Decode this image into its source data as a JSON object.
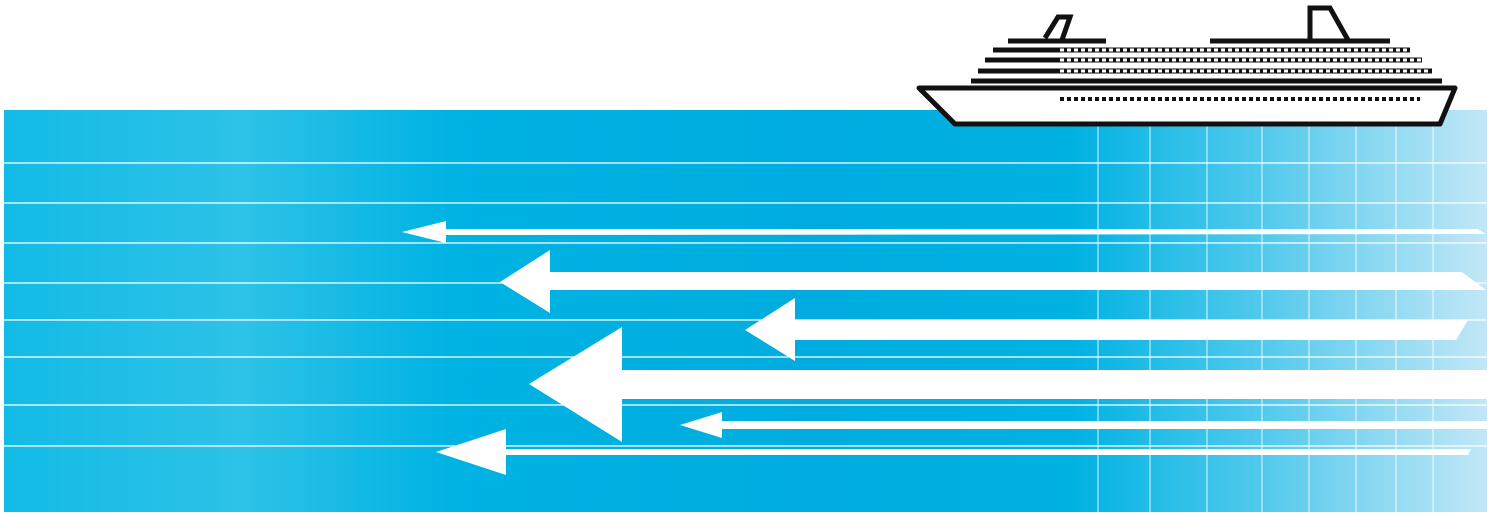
{
  "colors": {
    "background": "#ffffff",
    "water_main": "#00b1e2",
    "water_light": "#23c1e6",
    "water_pale": "#bde6f6",
    "lines": "#ffffff",
    "arrows": "#ffffff",
    "ship": "#111111"
  },
  "icons": {
    "ship": "cruise-ship-icon",
    "arrow": "left-arrow-icon"
  },
  "arrows": [
    {
      "id": "arrow-1",
      "direction": "left"
    },
    {
      "id": "arrow-2",
      "direction": "left"
    },
    {
      "id": "arrow-3",
      "direction": "left"
    },
    {
      "id": "arrow-4",
      "direction": "left"
    },
    {
      "id": "arrow-5",
      "direction": "left"
    },
    {
      "id": "arrow-6",
      "direction": "left"
    }
  ]
}
